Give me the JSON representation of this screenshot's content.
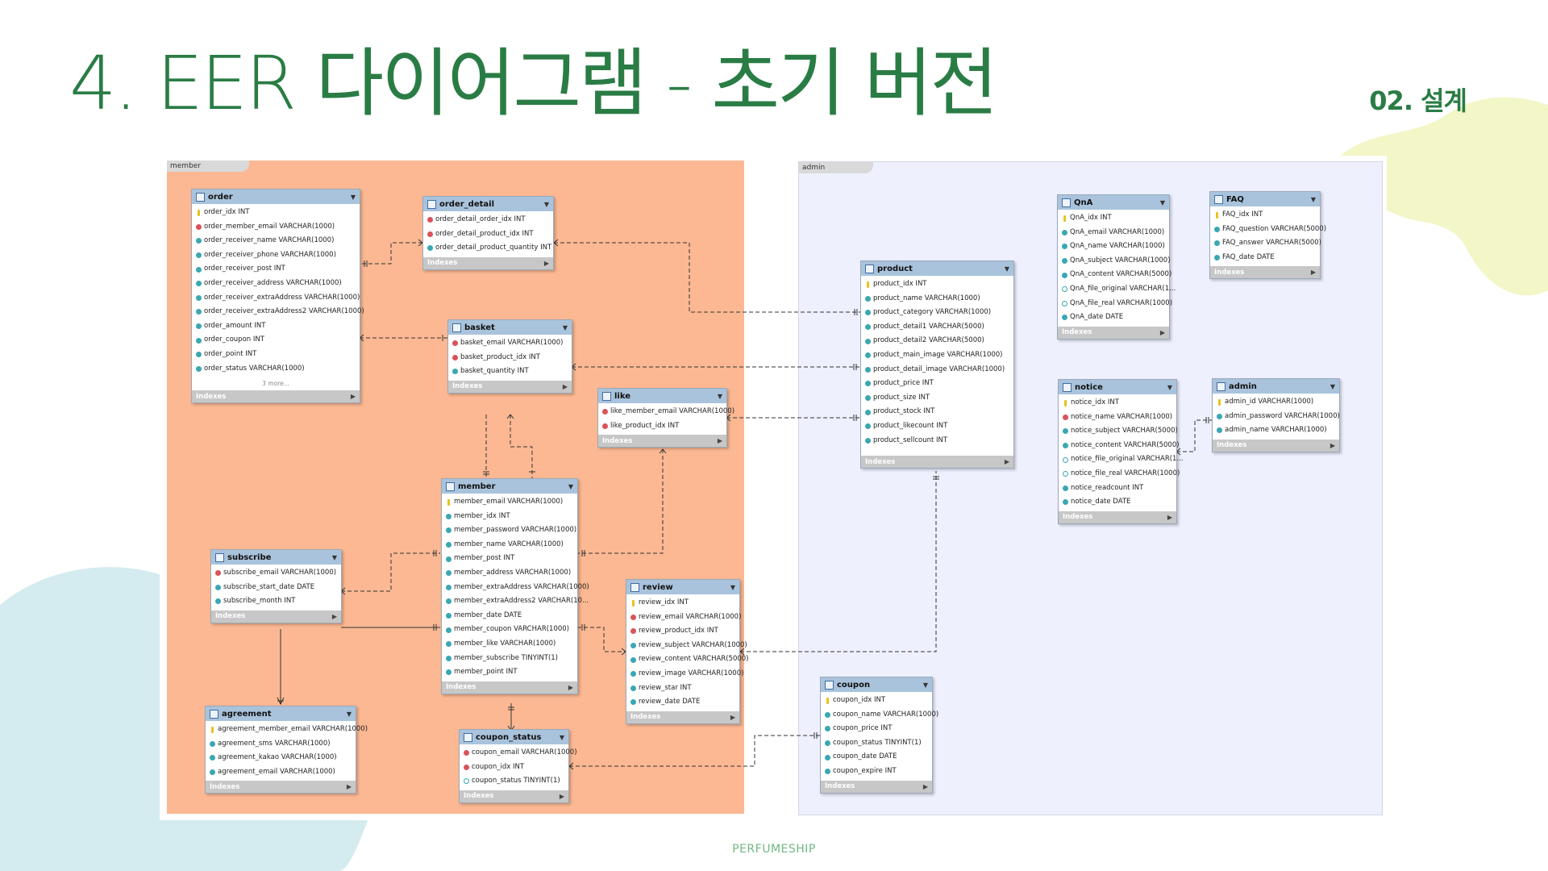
{
  "slide": {
    "title": "4. EER 다이어그램 - 초기 버전",
    "section": "02. 설계",
    "brand": "PERFUMESHIP"
  },
  "colors": {
    "title_green": "#2a7c45",
    "member_group_fill": "#fbb892",
    "admin_group_fill": "#eef0fe",
    "table_header": "#a9c3dc",
    "blob_yellow": "#f3f6c6",
    "blob_blue": "#d4ebef"
  },
  "groups": {
    "member": "member",
    "admin": "admin"
  },
  "indexes_label": "Indexes",
  "tables": {
    "order": {
      "name": "order",
      "more": "3 more...",
      "columns": [
        {
          "text": "order_idx INT",
          "key": "pk"
        },
        {
          "text": "order_member_email VARCHAR(1000)",
          "key": "fk"
        },
        {
          "text": "order_receiver_name VARCHAR(1000)",
          "key": "nn"
        },
        {
          "text": "order_receiver_phone VARCHAR(1000)",
          "key": "nn"
        },
        {
          "text": "order_receiver_post INT",
          "key": "nn"
        },
        {
          "text": "order_receiver_address VARCHAR(1000)",
          "key": "nn"
        },
        {
          "text": "order_receiver_extraAddress VARCHAR(1000)",
          "key": "nn"
        },
        {
          "text": "order_receiver_extraAddress2 VARCHAR(1000)",
          "key": "nn"
        },
        {
          "text": "order_amount INT",
          "key": "nn"
        },
        {
          "text": "order_coupon INT",
          "key": "nn"
        },
        {
          "text": "order_point INT",
          "key": "nn"
        },
        {
          "text": "order_status VARCHAR(1000)",
          "key": "nn"
        }
      ]
    },
    "order_detail": {
      "name": "order_detail",
      "columns": [
        {
          "text": "order_detail_order_idx INT",
          "key": "fk"
        },
        {
          "text": "order_detail_product_idx INT",
          "key": "fk"
        },
        {
          "text": "order_detail_product_quantity INT",
          "key": "nn"
        }
      ]
    },
    "basket": {
      "name": "basket",
      "columns": [
        {
          "text": "basket_email VARCHAR(1000)",
          "key": "fk"
        },
        {
          "text": "basket_product_idx INT",
          "key": "fk"
        },
        {
          "text": "basket_quantity INT",
          "key": "nn"
        }
      ]
    },
    "like": {
      "name": "like",
      "columns": [
        {
          "text": "like_member_email VARCHAR(1000)",
          "key": "fk"
        },
        {
          "text": "like_product_idx INT",
          "key": "fk"
        }
      ]
    },
    "member": {
      "name": "member",
      "columns": [
        {
          "text": "member_email VARCHAR(1000)",
          "key": "pk"
        },
        {
          "text": "member_idx INT",
          "key": "nn"
        },
        {
          "text": "member_password VARCHAR(1000)",
          "key": "nn"
        },
        {
          "text": "member_name VARCHAR(1000)",
          "key": "nn"
        },
        {
          "text": "member_post INT",
          "key": "nn"
        },
        {
          "text": "member_address VARCHAR(1000)",
          "key": "nn"
        },
        {
          "text": "member_extraAddress VARCHAR(1000)",
          "key": "nn"
        },
        {
          "text": "member_extraAddress2 VARCHAR(10...",
          "key": "nn"
        },
        {
          "text": "member_date DATE",
          "key": "nn"
        },
        {
          "text": "member_coupon VARCHAR(1000)",
          "key": "nn"
        },
        {
          "text": "member_like VARCHAR(1000)",
          "key": "nn"
        },
        {
          "text": "member_subscribe TINYINT(1)",
          "key": "nn"
        },
        {
          "text": "member_point INT",
          "key": "nn"
        }
      ]
    },
    "subscribe": {
      "name": "subscribe",
      "columns": [
        {
          "text": "subscribe_email VARCHAR(1000)",
          "key": "fk"
        },
        {
          "text": "subscribe_start_date DATE",
          "key": "nn"
        },
        {
          "text": "subscribe_month INT",
          "key": "nn"
        }
      ]
    },
    "agreement": {
      "name": "agreement",
      "columns": [
        {
          "text": "agreement_member_email VARCHAR(1000)",
          "key": "pk"
        },
        {
          "text": "agreement_sms VARCHAR(1000)",
          "key": "nn"
        },
        {
          "text": "agreement_kakao VARCHAR(1000)",
          "key": "nn"
        },
        {
          "text": "agreement_email VARCHAR(1000)",
          "key": "nn"
        }
      ]
    },
    "review": {
      "name": "review",
      "columns": [
        {
          "text": "review_idx INT",
          "key": "pk"
        },
        {
          "text": "review_email VARCHAR(1000)",
          "key": "fk"
        },
        {
          "text": "review_product_idx INT",
          "key": "fk"
        },
        {
          "text": "review_subject VARCHAR(1000)",
          "key": "nn"
        },
        {
          "text": "review_content VARCHAR(5000)",
          "key": "nn"
        },
        {
          "text": "review_image VARCHAR(1000)",
          "key": "nn"
        },
        {
          "text": "review_star INT",
          "key": "nn"
        },
        {
          "text": "review_date DATE",
          "key": "nn"
        }
      ]
    },
    "coupon_status": {
      "name": "coupon_status",
      "columns": [
        {
          "text": "coupon_email VARCHAR(1000)",
          "key": "fk"
        },
        {
          "text": "coupon_idx INT",
          "key": "fk"
        },
        {
          "text": "coupon_status TINYINT(1)",
          "key": "no"
        }
      ]
    },
    "product": {
      "name": "product",
      "columns": [
        {
          "text": "product_idx INT",
          "key": "pk"
        },
        {
          "text": "product_name VARCHAR(1000)",
          "key": "nn"
        },
        {
          "text": "product_category VARCHAR(1000)",
          "key": "nn"
        },
        {
          "text": "product_detail1 VARCHAR(5000)",
          "key": "nn"
        },
        {
          "text": "product_detail2 VARCHAR(5000)",
          "key": "nn"
        },
        {
          "text": "product_main_image VARCHAR(1000)",
          "key": "nn"
        },
        {
          "text": "product_detail_image VARCHAR(1000)",
          "key": "nn"
        },
        {
          "text": "product_price INT",
          "key": "nn"
        },
        {
          "text": "product_size INT",
          "key": "nn"
        },
        {
          "text": "product_stock INT",
          "key": "nn"
        },
        {
          "text": "product_likecount INT",
          "key": "nn"
        },
        {
          "text": "product_sellcount INT",
          "key": "nn"
        }
      ]
    },
    "coupon": {
      "name": "coupon",
      "columns": [
        {
          "text": "coupon_idx INT",
          "key": "pk"
        },
        {
          "text": "coupon_name VARCHAR(1000)",
          "key": "nn"
        },
        {
          "text": "coupon_price INT",
          "key": "nn"
        },
        {
          "text": "coupon_status TINYINT(1)",
          "key": "nn"
        },
        {
          "text": "coupon_date DATE",
          "key": "nn"
        },
        {
          "text": "coupon_expire INT",
          "key": "nn"
        }
      ]
    },
    "qna": {
      "name": "QnA",
      "columns": [
        {
          "text": "QnA_idx INT",
          "key": "pk"
        },
        {
          "text": "QnA_email VARCHAR(1000)",
          "key": "nn"
        },
        {
          "text": "QnA_name VARCHAR(1000)",
          "key": "nn"
        },
        {
          "text": "QnA_subject VARCHAR(1000)",
          "key": "nn"
        },
        {
          "text": "QnA_content VARCHAR(5000)",
          "key": "nn"
        },
        {
          "text": "QnA_file_original VARCHAR(1...",
          "key": "no"
        },
        {
          "text": "QnA_file_real VARCHAR(1000)",
          "key": "no"
        },
        {
          "text": "QnA_date DATE",
          "key": "nn"
        }
      ]
    },
    "faq": {
      "name": "FAQ",
      "columns": [
        {
          "text": "FAQ_idx INT",
          "key": "pk"
        },
        {
          "text": "FAQ_question VARCHAR(5000)",
          "key": "nn"
        },
        {
          "text": "FAQ_answer VARCHAR(5000)",
          "key": "nn"
        },
        {
          "text": "FAQ_date DATE",
          "key": "nn"
        }
      ]
    },
    "notice": {
      "name": "notice",
      "columns": [
        {
          "text": "notice_idx INT",
          "key": "pk"
        },
        {
          "text": "notice_name VARCHAR(1000)",
          "key": "fk"
        },
        {
          "text": "notice_subject VARCHAR(5000)",
          "key": "nn"
        },
        {
          "text": "notice_content VARCHAR(5000)",
          "key": "nn"
        },
        {
          "text": "notice_file_original VARCHAR(1...",
          "key": "no"
        },
        {
          "text": "notice_file_real VARCHAR(1000)",
          "key": "no"
        },
        {
          "text": "notice_readcount INT",
          "key": "nn"
        },
        {
          "text": "notice_date DATE",
          "key": "nn"
        }
      ]
    },
    "admin": {
      "name": "admin",
      "columns": [
        {
          "text": "admin_id VARCHAR(1000)",
          "key": "pk"
        },
        {
          "text": "admin_password VARCHAR(1000)",
          "key": "nn"
        },
        {
          "text": "admin_name VARCHAR(1000)",
          "key": "nn"
        }
      ]
    }
  },
  "relationships": [
    {
      "from": "order_detail",
      "to": "order",
      "style": "dashed"
    },
    {
      "from": "order_detail",
      "to": "product",
      "style": "dashed"
    },
    {
      "from": "basket",
      "to": "member",
      "style": "dashed"
    },
    {
      "from": "basket",
      "to": "product",
      "style": "dashed"
    },
    {
      "from": "order",
      "to": "member",
      "style": "dashed"
    },
    {
      "from": "like",
      "to": "member",
      "style": "dashed"
    },
    {
      "from": "like",
      "to": "product",
      "style": "dashed"
    },
    {
      "from": "subscribe",
      "to": "member",
      "style": "dashed"
    },
    {
      "from": "agreement",
      "to": "member",
      "style": "solid"
    },
    {
      "from": "review",
      "to": "member",
      "style": "dashed"
    },
    {
      "from": "review",
      "to": "product",
      "style": "dashed"
    },
    {
      "from": "coupon_status",
      "to": "member",
      "style": "solid"
    },
    {
      "from": "coupon_status",
      "to": "coupon",
      "style": "dashed"
    },
    {
      "from": "notice",
      "to": "admin",
      "style": "dashed"
    }
  ]
}
